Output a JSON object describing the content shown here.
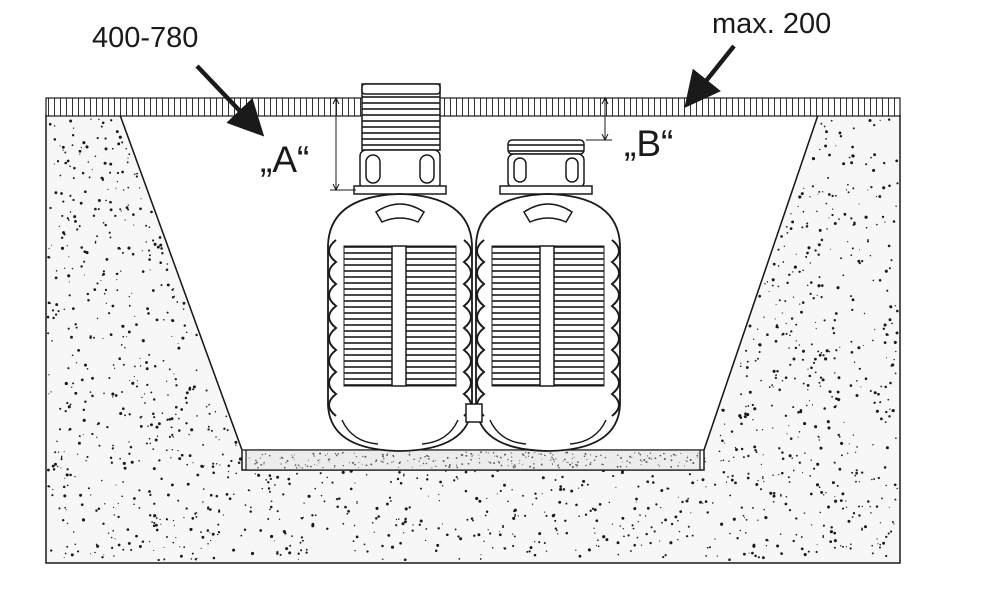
{
  "labels": {
    "dimension_a": "400-780",
    "dimension_b": "max. 200",
    "tank_a": "„A“",
    "tank_b": "„B“"
  },
  "colors": {
    "stroke": "#1a1a1a",
    "soil_fill": "#f7f7f7",
    "bedding_fill": "#ececec",
    "background": "#ffffff"
  }
}
